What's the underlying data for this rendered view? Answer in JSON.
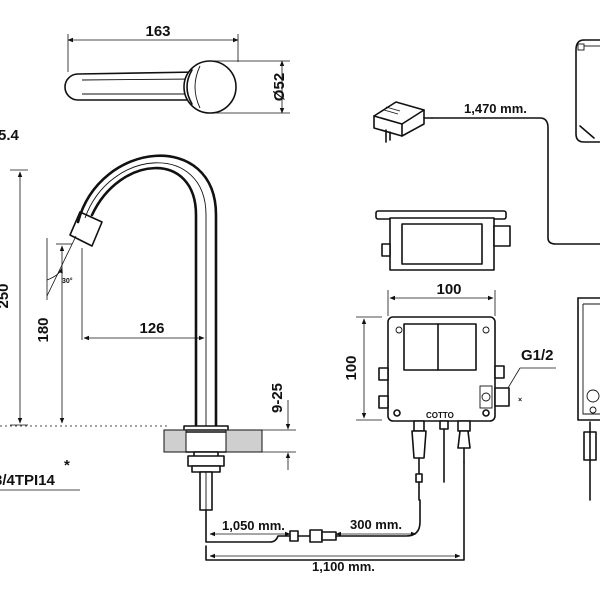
{
  "diagram": {
    "handle": {
      "length": "163",
      "diameter": "Ø52"
    },
    "spout": {
      "height_total": "250",
      "height_outlet": "180",
      "reach": "126",
      "angle": "30°",
      "clamp_range": "9-25"
    },
    "top_left_cut": "5.4",
    "thread": "3/4TPI14",
    "thread_mark": "*",
    "adapter_cable": "1,470 mm.",
    "control_box": {
      "width": "100",
      "height": "100",
      "inlet": "G1/2",
      "brand": "COTTO",
      "inlet_mark": "×"
    },
    "cables": {
      "a": "1,050 mm.",
      "b": "300 mm.",
      "c": "1,100 mm."
    }
  }
}
